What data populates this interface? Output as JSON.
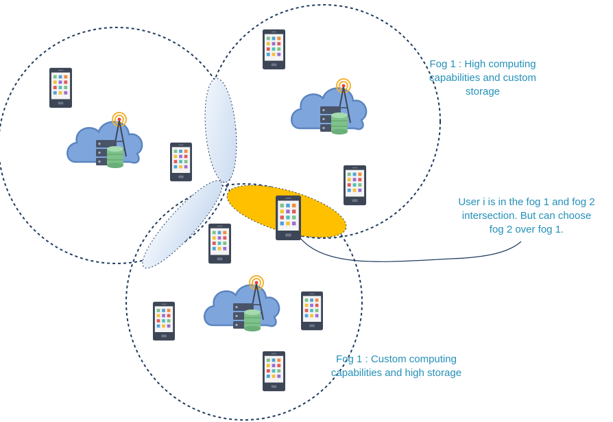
{
  "labels": {
    "fog_top": [
      "Fog 1 : High computing",
      "capabilities and custom",
      "storage"
    ],
    "user_note": [
      "User i is in the fog 1 and fog 2",
      "intersection. But can choose",
      "fog 2 over fog 1."
    ],
    "fog_bottom": [
      "Fog 1 : Custom computing",
      "capabilities and high storage"
    ]
  },
  "colors": {
    "label_text": "#2490b8",
    "circle_stroke": "#1f3a5f",
    "highlight_intersection": "#ffc000",
    "other_intersection": "#dce8f5",
    "cloud_fill": "#7ea6dd",
    "cloud_stroke": "#5b84bf",
    "phone_body": "#3d4656",
    "antenna_ring": "#f2b134",
    "database": "#7ec18a"
  },
  "icons": {
    "cloud": "cloud-server-tower-icon",
    "device": "smartphone-icon"
  }
}
